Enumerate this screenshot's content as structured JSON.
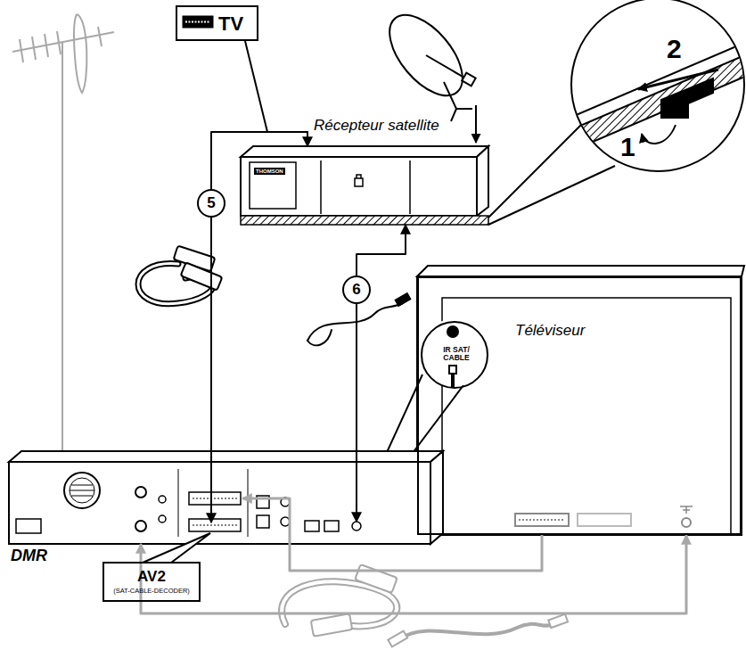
{
  "diagram": {
    "nodes": [
      {
        "text": [
          "TV"
        ]
      },
      {
        "text": [
          "Récepteur satellite"
        ]
      },
      {
        "text": [
          "Téléviseur"
        ]
      },
      {
        "text": [
          "IR SAT/ CABLE"
        ],
        "in": 2
      },
      {
        "text": [
          "DMR"
        ]
      },
      {
        "text": [
          "AV2",
          "(SAT-CABLE-DECODER)"
        ]
      }
    ],
    "edges": [
      {
        "from": 0,
        "to": 1,
        "arrow": "to"
      },
      {
        "from": 1,
        "to": 4,
        "arrow": "to",
        "label": "5"
      },
      {
        "from": 1,
        "to": 4,
        "arrow": "both",
        "label": "6"
      },
      {
        "from": 2,
        "to": 4,
        "arrow": "to"
      },
      {
        "from": 4,
        "to": 2,
        "arrow": "both"
      }
    ],
    "labels": [
      "THOMSON",
      "1",
      "2"
    ]
  }
}
